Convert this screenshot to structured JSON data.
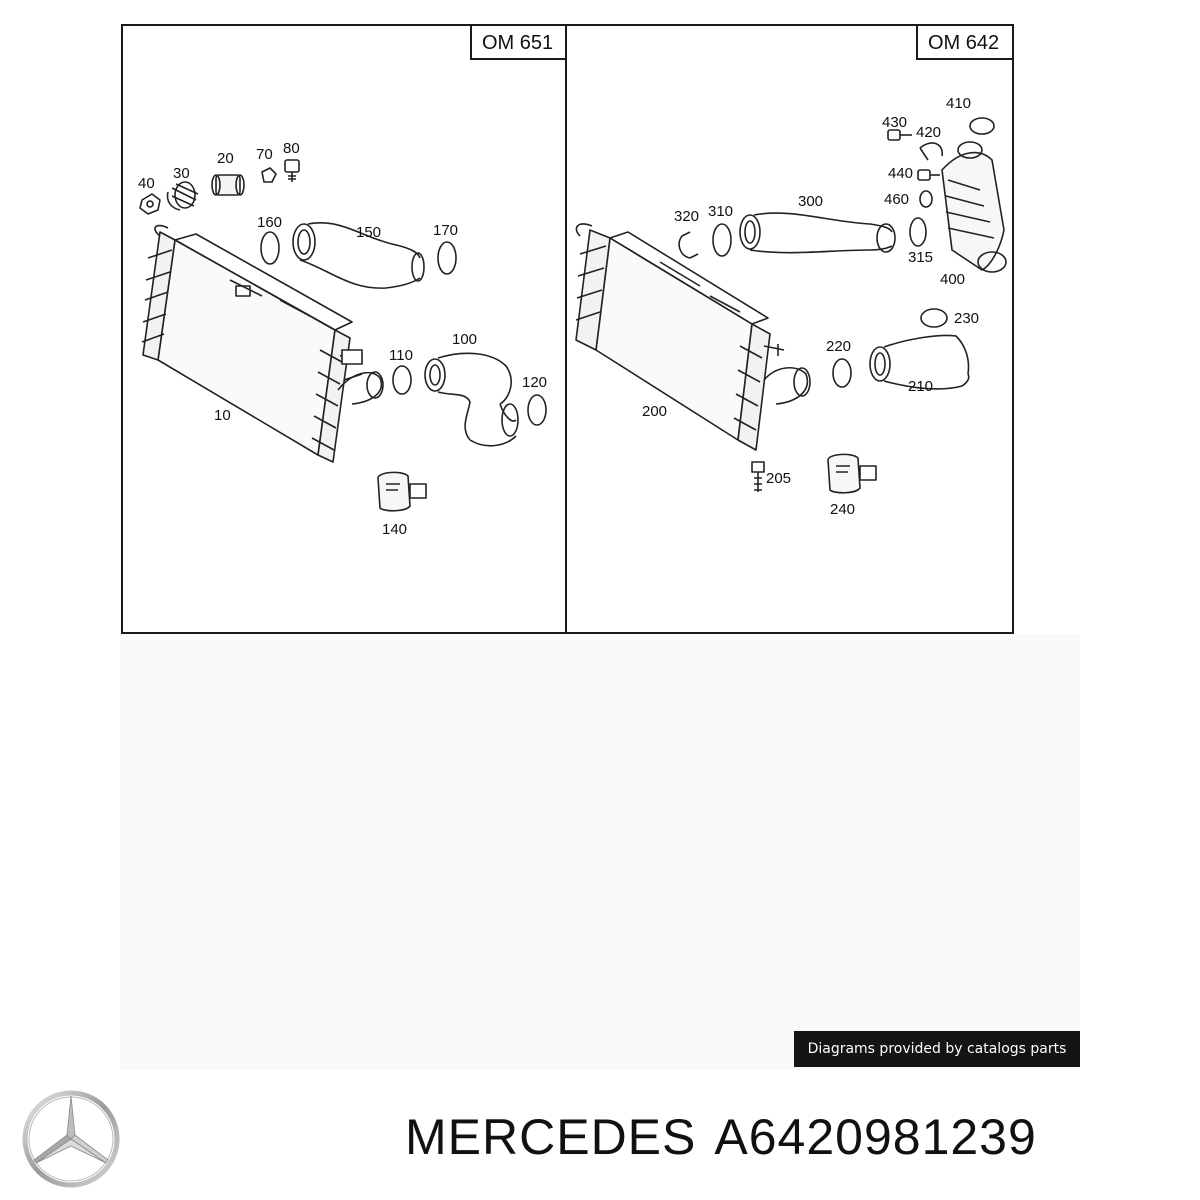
{
  "diagram": {
    "panels": [
      {
        "model": "OM 651"
      },
      {
        "model": "OM 642"
      }
    ],
    "parts": {
      "p10": "10",
      "p20": "20",
      "p30": "30",
      "p40": "40",
      "p70": "70",
      "p80": "80",
      "p100": "100",
      "p110": "110",
      "p120": "120",
      "p140": "140",
      "p150": "150",
      "p160": "160",
      "p170": "170",
      "p200": "200",
      "p205": "205",
      "p210": "210",
      "p220": "220",
      "p230": "230",
      "p240": "240",
      "p300": "300",
      "p310": "310",
      "p315": "315",
      "p320": "320",
      "p400": "400",
      "p410": "410",
      "p420": "420",
      "p430": "430",
      "p440": "440",
      "p460": "460"
    }
  },
  "credit": {
    "text": "Diagrams provided by catalogs parts"
  },
  "product": {
    "brand": "MERCEDES",
    "part_number": "A6420981239",
    "logo_icon": "mercedes-star-icon"
  }
}
